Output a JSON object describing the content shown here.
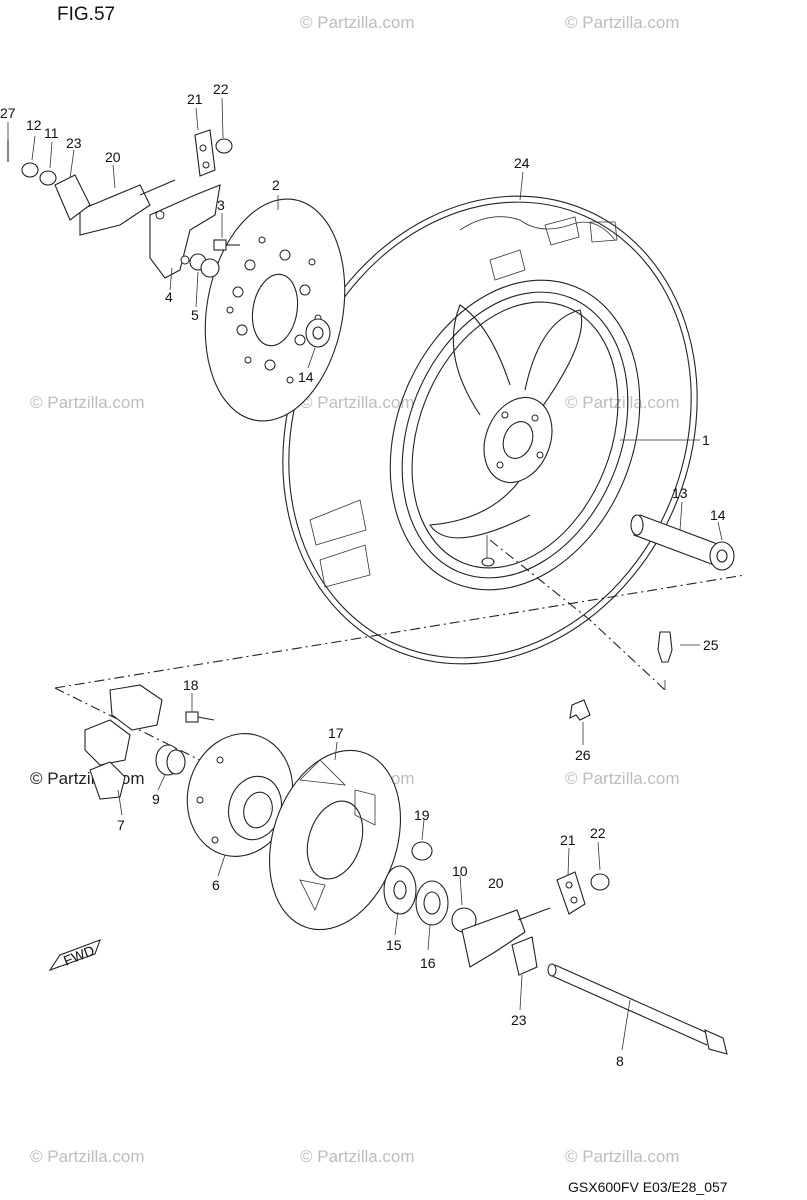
{
  "title": "FIG.57",
  "model_code": "GSX600FV E03/E28_057",
  "watermark": "© Partzilla.com",
  "front_marker": "FWD",
  "callouts": {
    "c1": "1",
    "c2": "2",
    "c3": "3",
    "c4": "4",
    "c5": "5",
    "c6": "6",
    "c7": "7",
    "c8": "8",
    "c9": "9",
    "c10": "10",
    "c11": "11",
    "c12": "12",
    "c13": "13",
    "c14a": "14",
    "c14b": "14",
    "c15": "15",
    "c16": "16",
    "c17": "17",
    "c18": "18",
    "c19": "19",
    "c20a": "20",
    "c20b": "20",
    "c21a": "21",
    "c21b": "21",
    "c22a": "22",
    "c22b": "22",
    "c23a": "23",
    "c23b": "23",
    "c24": "24",
    "c25": "25",
    "c26": "26",
    "c27": "27"
  }
}
